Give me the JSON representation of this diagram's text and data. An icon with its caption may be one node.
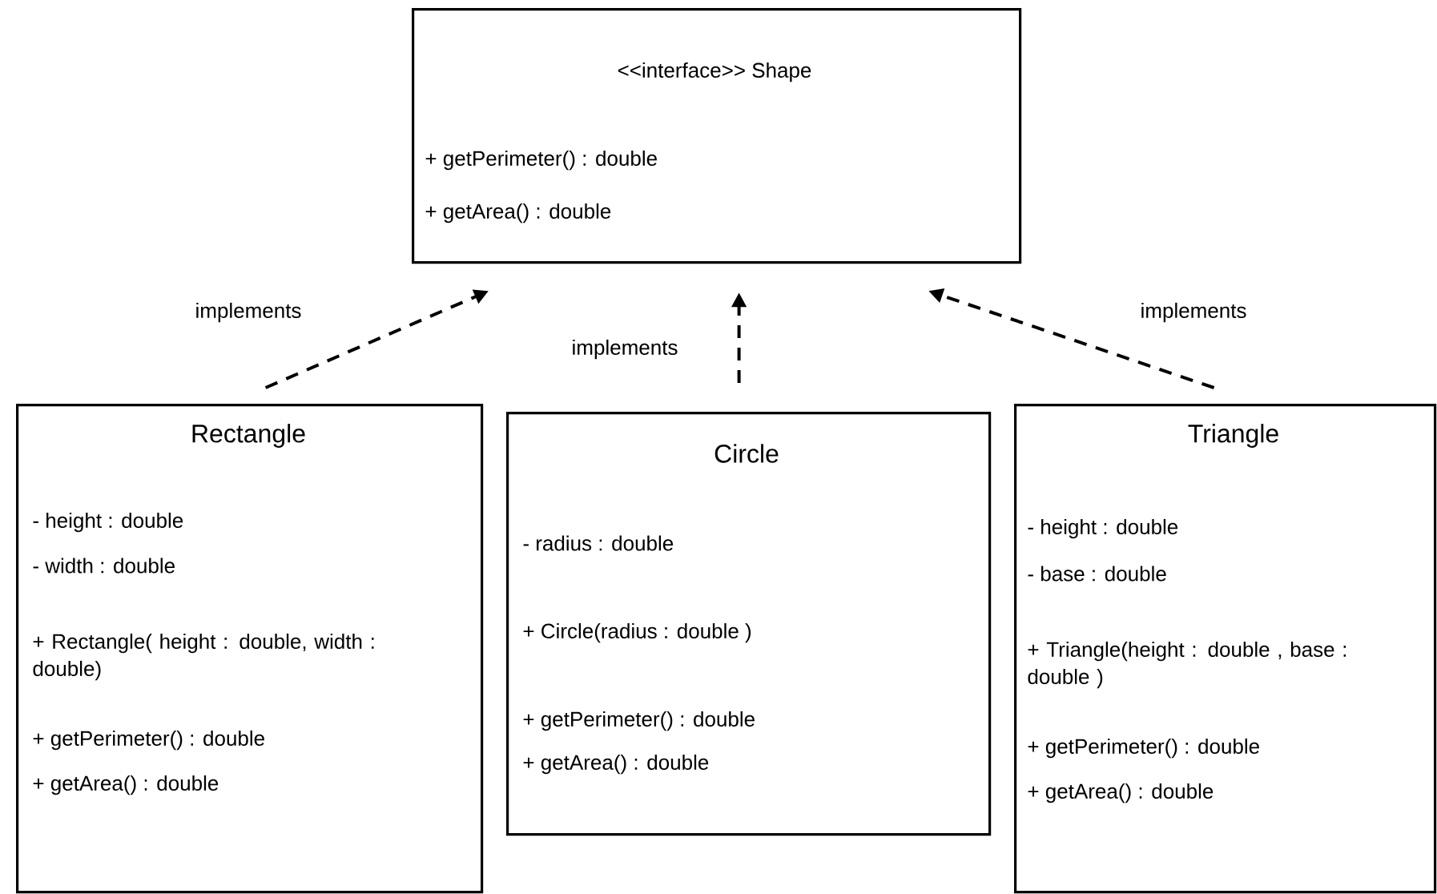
{
  "diagram": {
    "nodes": [
      {
        "text": [
          "<<interface>> Shape",
          "+ getPerimeter() : double",
          "+ getArea() : double"
        ]
      },
      {
        "text": [
          "Rectangle",
          "- height : double",
          "- width : double",
          "+ Rectangle( height : double, width : double)",
          "+ getPerimeter() : double",
          "+ getArea() : double"
        ]
      },
      {
        "text": [
          "Circle",
          "- radius : double",
          "+ Circle(radius : double )",
          "+ getPerimeter() : double",
          "+ getArea() : double"
        ]
      },
      {
        "text": [
          "Triangle",
          "- height : double",
          "- base : double",
          "+ Triangle(height : double , base : double )",
          "+ getPerimeter() : double",
          "+ getArea() : double"
        ]
      }
    ],
    "edges": [
      {
        "from": 1,
        "to": 0,
        "arrow": "to",
        "style": "dashed",
        "label": "implements"
      },
      {
        "from": 2,
        "to": 0,
        "arrow": "to",
        "style": "dashed",
        "label": "implements"
      },
      {
        "from": 3,
        "to": 0,
        "arrow": "to",
        "style": "dashed",
        "label": "implements"
      }
    ]
  }
}
